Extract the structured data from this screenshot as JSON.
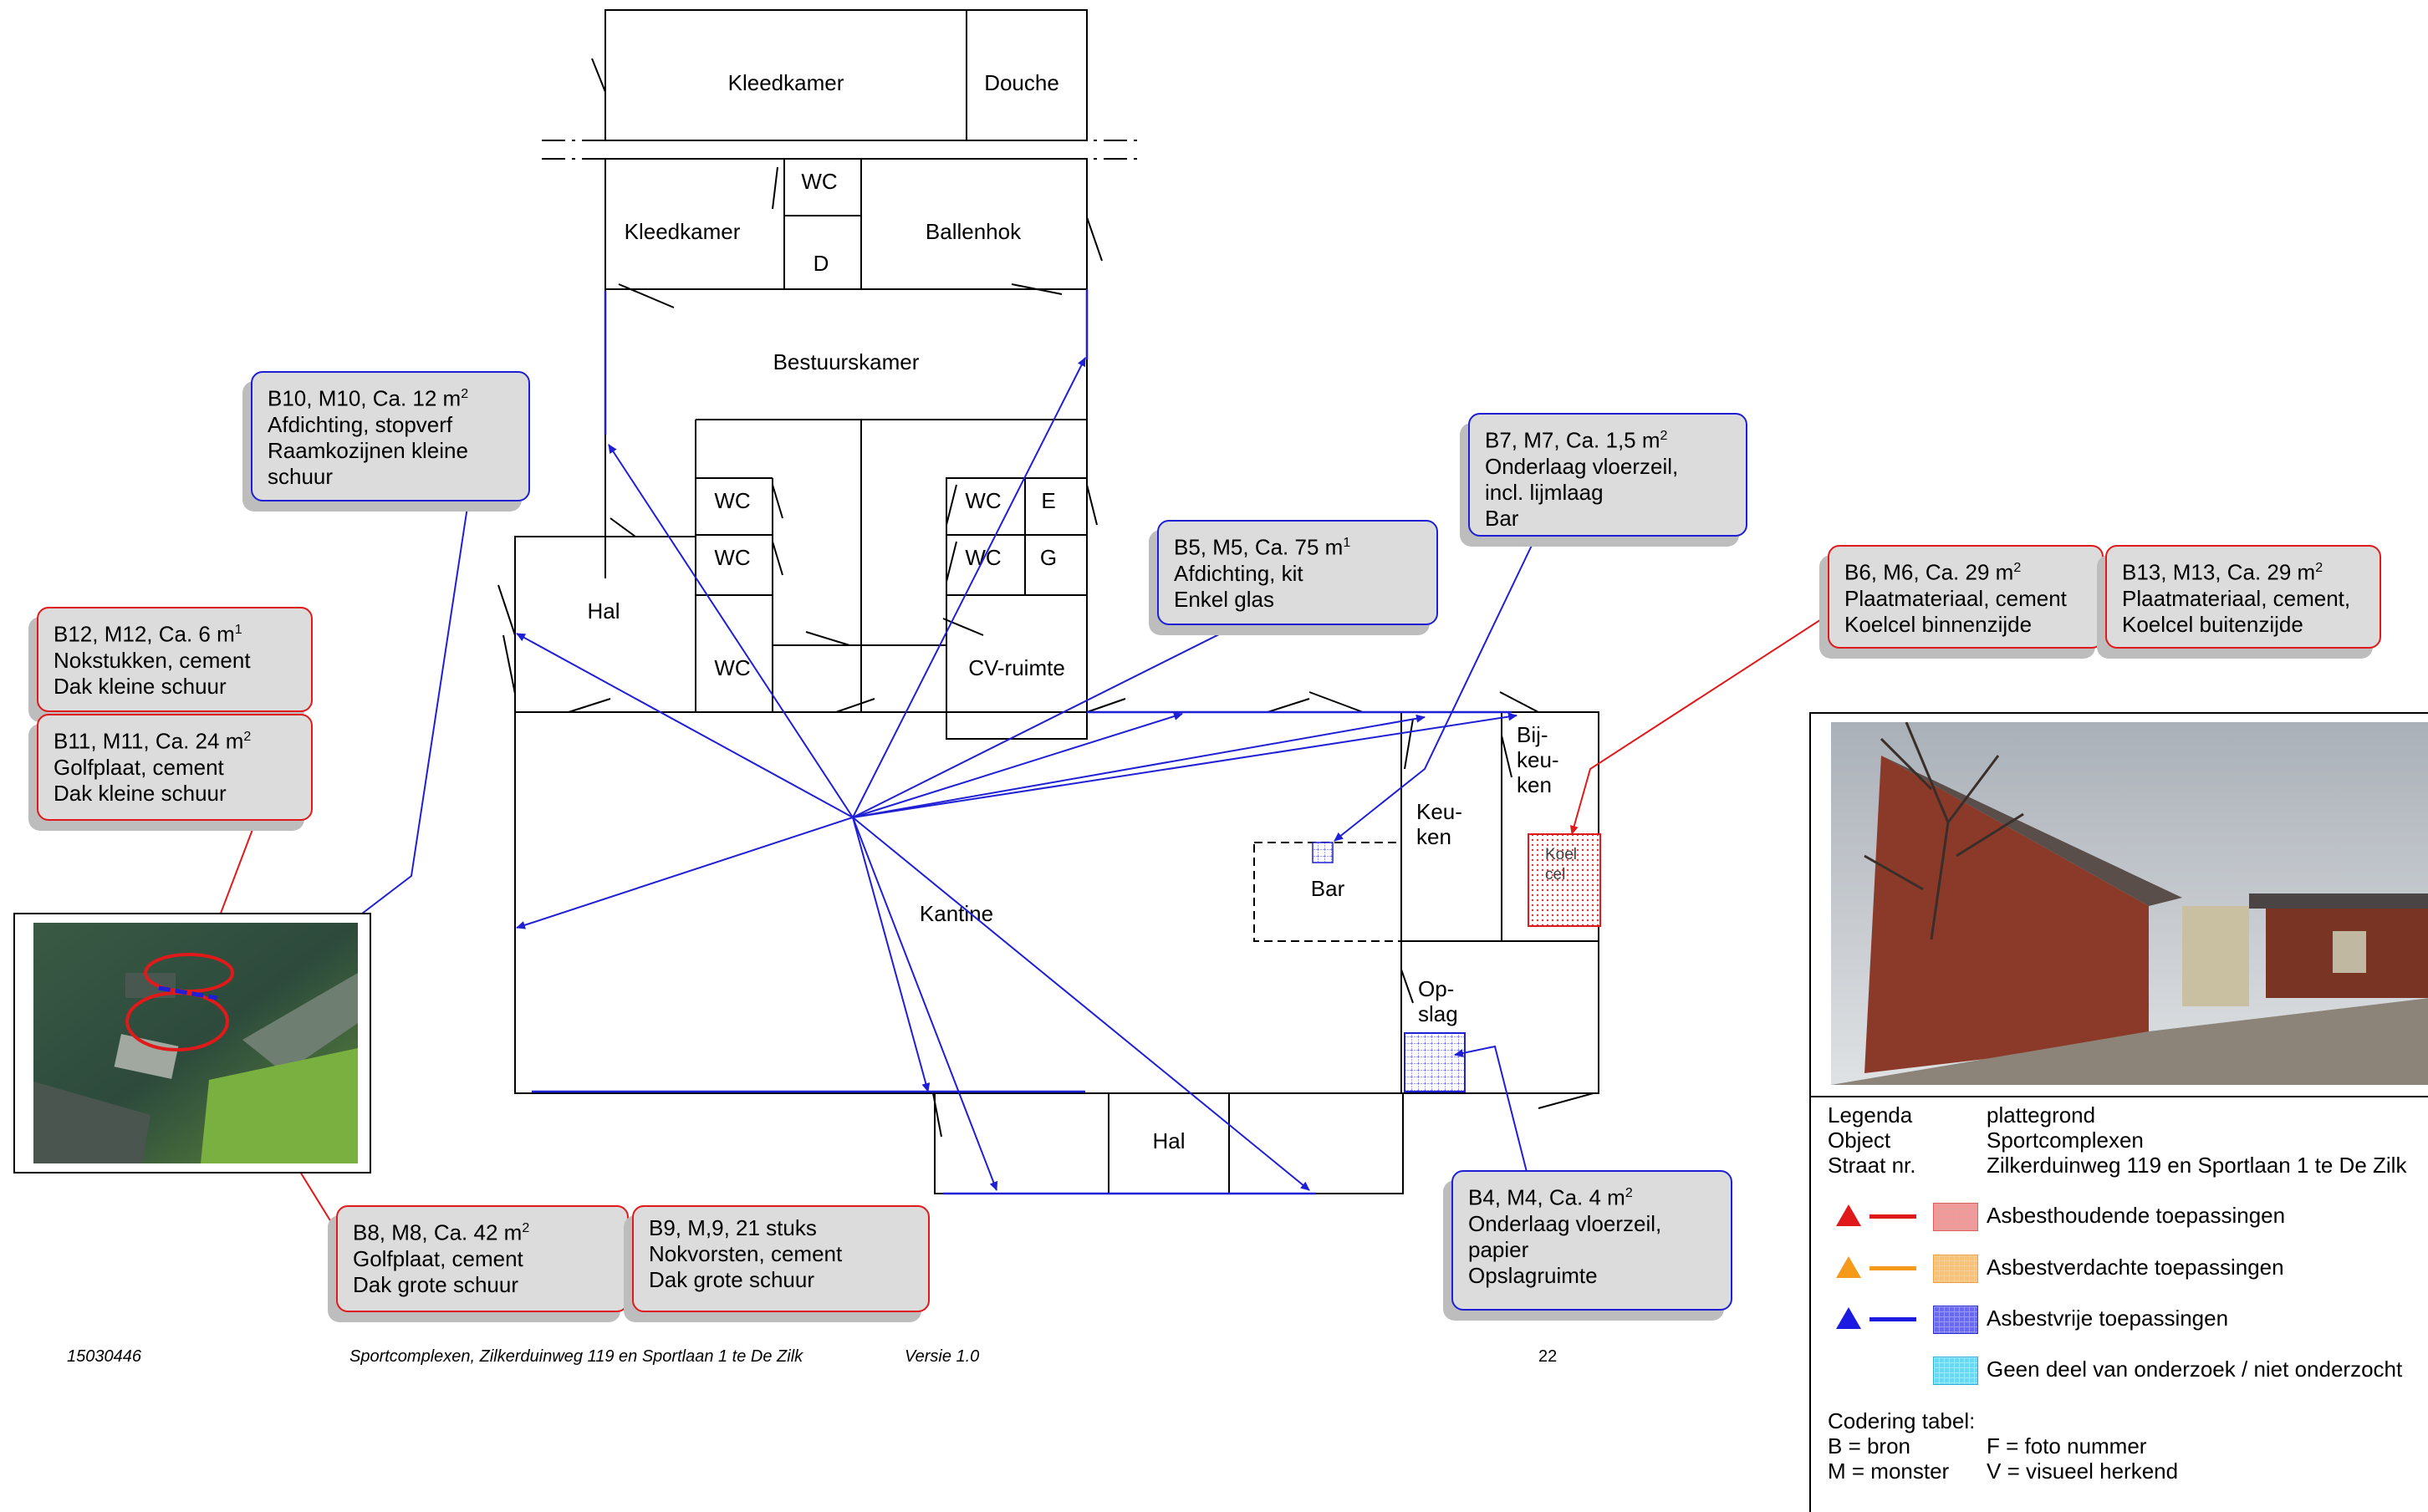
{
  "rooms": {
    "kleedkamer_top": "Kleedkamer",
    "douche": "Douche",
    "wc1": "WC",
    "kleedkamer": "Kleedkamer",
    "d": "D",
    "ballenhok": "Ballenhok",
    "bestuurskamer": "Bestuurskamer",
    "wc2": "WC",
    "wc3": "WC",
    "wc4": "WC",
    "wc5": "WC",
    "wc6": "WC",
    "e": "E",
    "g": "G",
    "hal": "Hal",
    "cv": "CV-ruimte",
    "kantine": "Kantine",
    "bar": "Bar",
    "keuken_1": "Keu-",
    "keuken_2": "ken",
    "bijkeuken_1": "Bij-",
    "bijkeuken_2": "keu-",
    "bijkeuken_3": "ken",
    "koelcel_1": "Koel",
    "koelcel_2": "cel",
    "opslag_1": "Op-",
    "opslag_2": "slag",
    "hal2": "Hal"
  },
  "callouts": {
    "b10": {
      "color": "blue",
      "line1": "B10, M10, Ca. 12 m",
      "sup": "2",
      "line2": "Afdichting, stopverf",
      "line3": "Raamkozijnen kleine",
      "line4": "schuur"
    },
    "b12": {
      "color": "red",
      "line1": "B12, M12, Ca. 6 m",
      "sup": "1",
      "line2": "Nokstukken, cement",
      "line3": "Dak kleine schuur"
    },
    "b11": {
      "color": "red",
      "line1": "B11, M11, Ca. 24 m",
      "sup": "2",
      "line2": "Golfplaat, cement",
      "line3": "Dak kleine schuur"
    },
    "b7": {
      "color": "blue",
      "line1": "B7, M7, Ca. 1,5 m",
      "sup": "2",
      "line2": "Onderlaag vloerzeil,",
      "line3": "incl. lijmlaag",
      "line4": "Bar"
    },
    "b5": {
      "color": "blue",
      "line1": "B5, M5, Ca. 75 m",
      "sup": "1",
      "line2": "Afdichting, kit",
      "line3": "Enkel glas"
    },
    "b6": {
      "color": "red",
      "line1": "B6, M6, Ca. 29 m",
      "sup": "2",
      "line2": "Plaatmateriaal, cement",
      "line3": "Koelcel binnenzijde"
    },
    "b13": {
      "color": "red",
      "line1": "B13, M13, Ca. 29 m",
      "sup": "2",
      "line2": "Plaatmateriaal, cement,",
      "line3": "Koelcel buitenzijde"
    },
    "b8": {
      "color": "red",
      "line1": "B8, M8, Ca. 42 m",
      "sup": "2",
      "line2": "Golfplaat, cement",
      "line3": "Dak grote schuur"
    },
    "b9": {
      "color": "red",
      "line1": "B9, M,9, 21 stuks",
      "line2": "Nokvorsten, cement",
      "line3": "Dak grote schuur"
    },
    "b4": {
      "color": "blue",
      "line1": "B4, M4, Ca. 4 m",
      "sup": "2",
      "line2": "Onderlaag vloerzeil,",
      "line3": "papier",
      "line4": "Opslagruimte"
    }
  },
  "footer": {
    "number": "15030446",
    "title": "Sportcomplexen, Zilkerduinweg 119 en Sportlaan 1 te De Zilk",
    "version": "Versie 1.0",
    "page": "22"
  },
  "legend": {
    "legenda_key": "Legenda",
    "legenda_val": "plattegrond",
    "object_key": "Object",
    "object_val": "Sportcomplexen",
    "straat_key": "Straat nr.",
    "straat_val": "Zilkerduinweg 119 en Sportlaan 1 te De Zilk",
    "items": [
      {
        "label": "Asbesthoudende toepassingen",
        "color": "#e01a1a"
      },
      {
        "label": "Asbestverdachte toepassingen",
        "color": "#f59a1a"
      },
      {
        "label": "Asbestvrije toepassingen",
        "color": "#1a1ae0"
      },
      {
        "label": "Geen deel van onderzoek / niet onderzocht",
        "color": "#40c8f0"
      }
    ],
    "codering_title": "Codering tabel:",
    "b_code": "B = bron",
    "f_code": "F = foto nummer",
    "m_code": "M = monster",
    "v_code": "V = visueel herkend"
  }
}
